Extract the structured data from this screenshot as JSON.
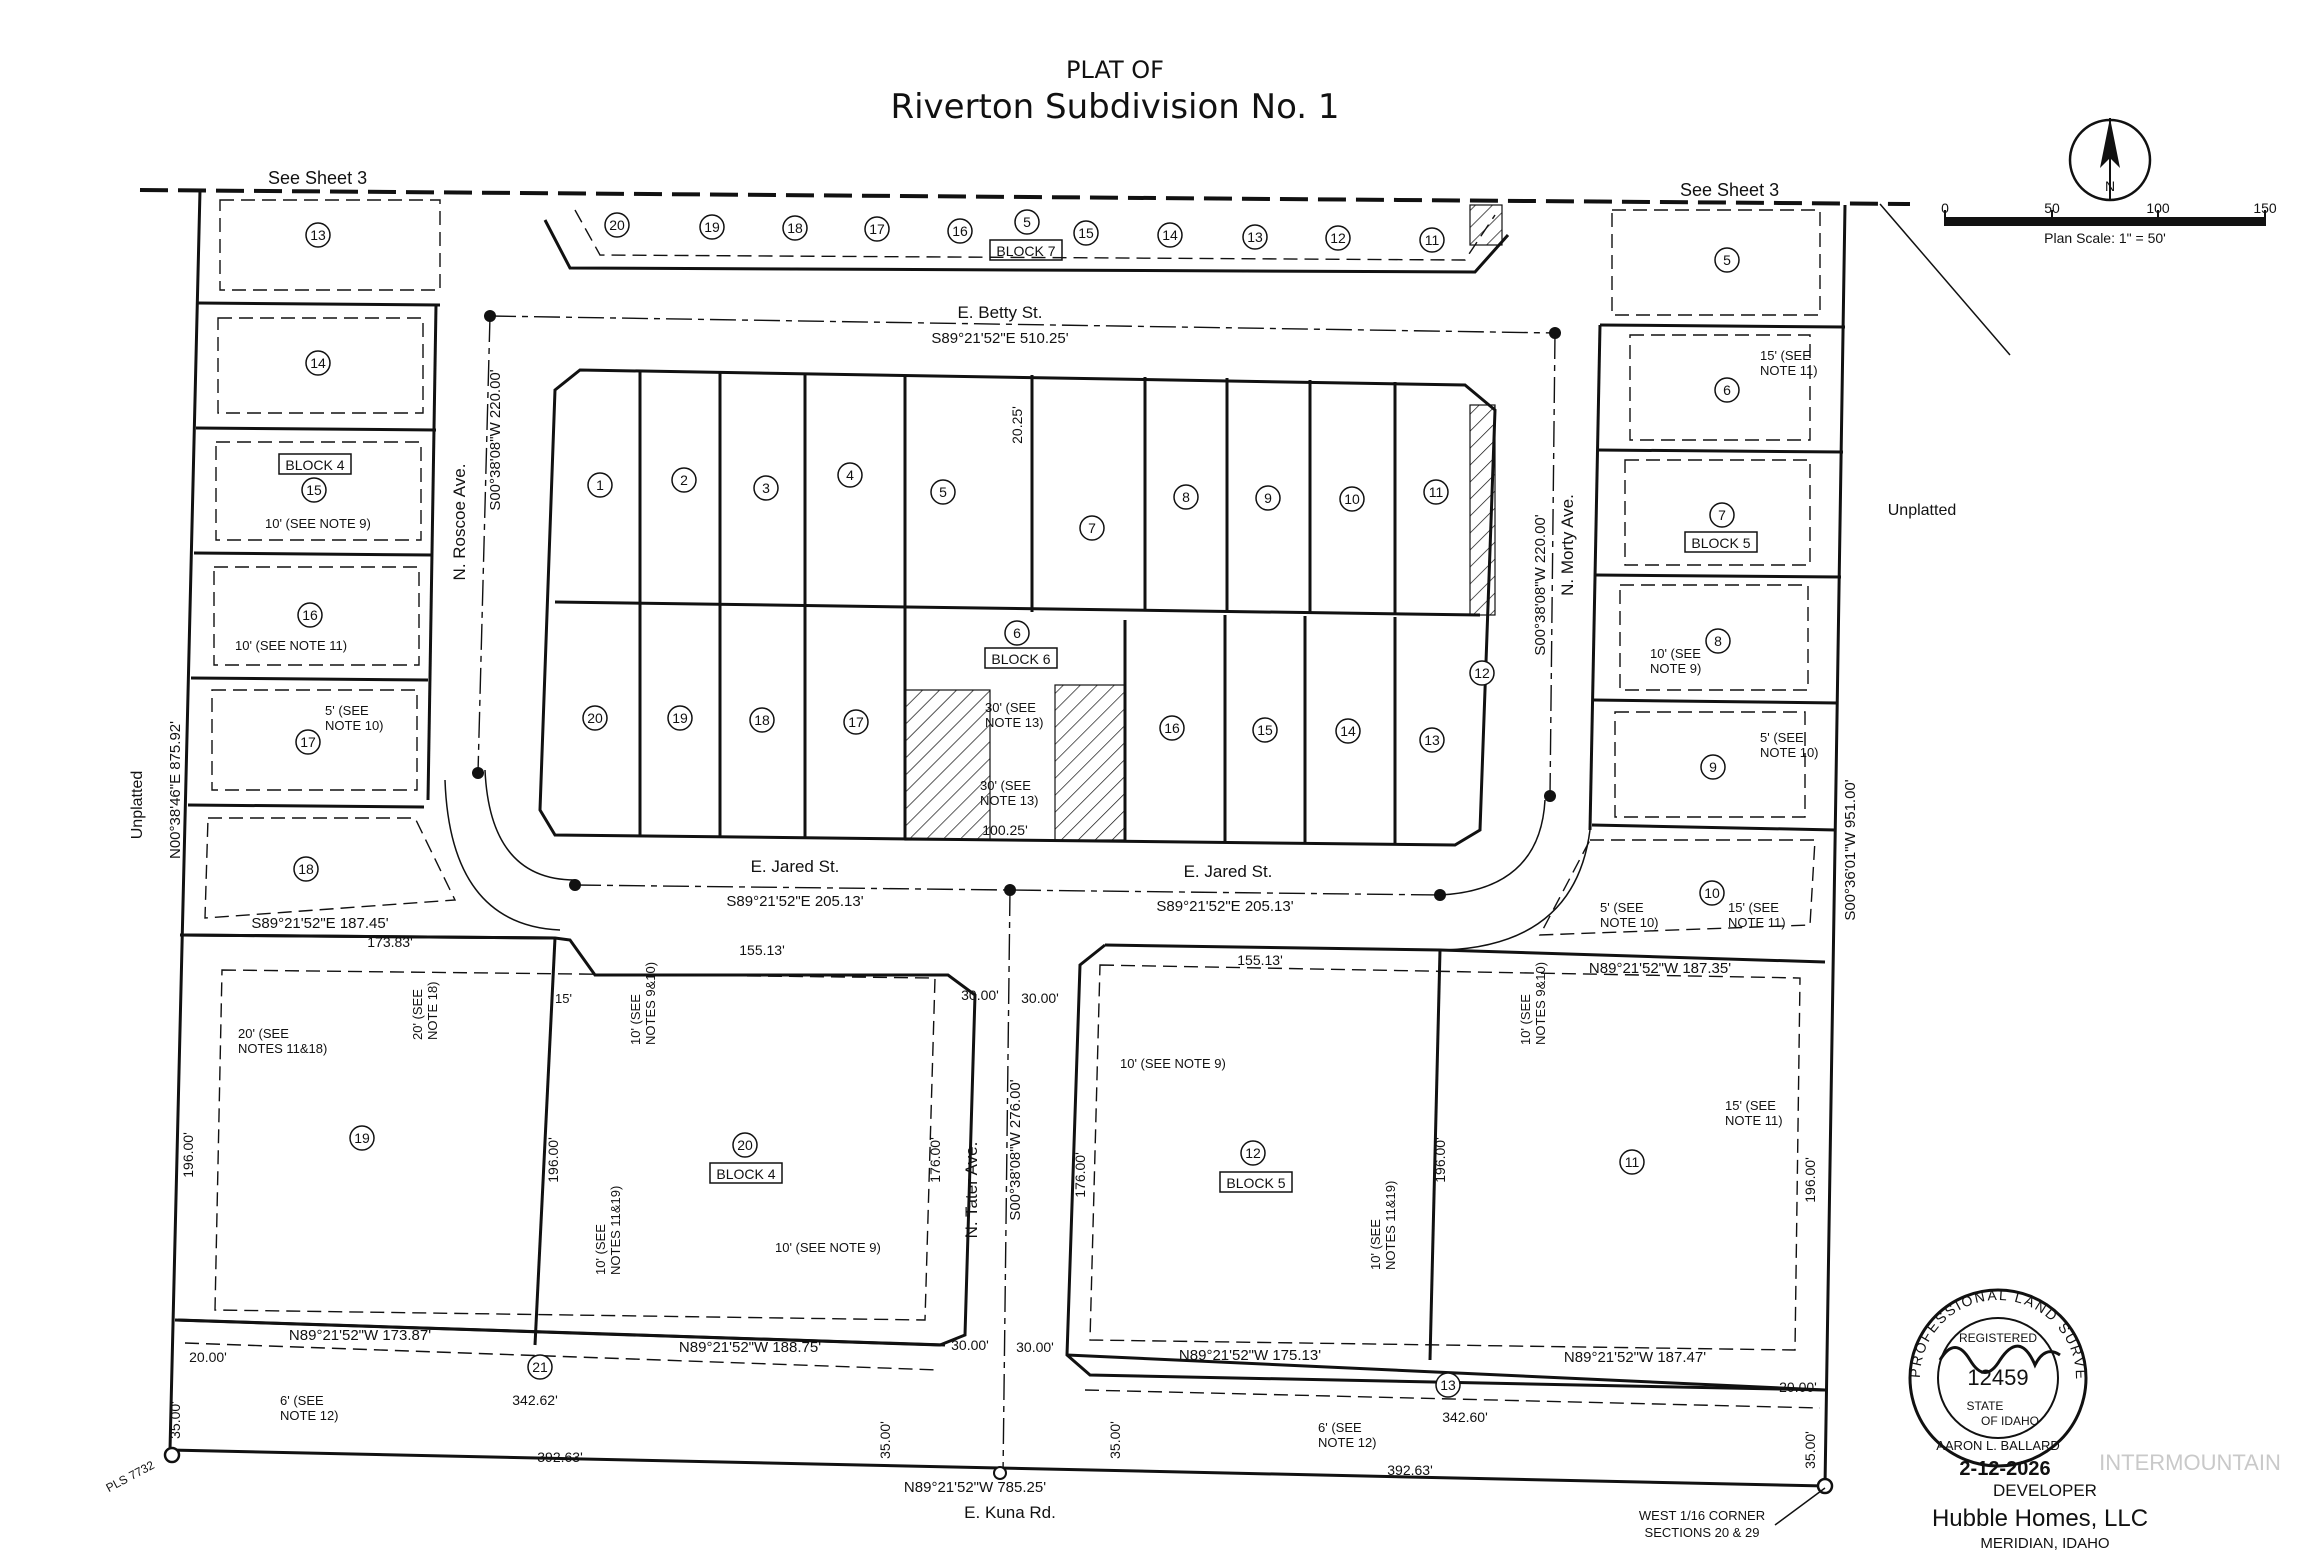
{
  "title": {
    "line1": "PLAT OF",
    "line2": "Riverton Subdivision No. 1"
  },
  "labels": {
    "see_sheet_left": "See Sheet 3",
    "see_sheet_right": "See Sheet 3",
    "unplatted_left": "Unplatted",
    "unplatted_right": "Unplatted",
    "streets": {
      "betty": "E. Betty St.",
      "jared_left": "E. Jared St.",
      "jared_right": "E. Jared St.",
      "roscoe": "N. Roscoe Ave.",
      "morty": "N. Morty Ave.",
      "tater": "N. Tater Ave.",
      "kuna": "E. Kuna Rd."
    },
    "blocks": {
      "block7": "BLOCK 7",
      "block4_top": "BLOCK 4",
      "block6": "BLOCK 6",
      "block5_top": "BLOCK 5",
      "block4_bottom": "BLOCK 4",
      "block5_bottom": "BLOCK 5"
    },
    "bearings": {
      "west_boundary": "N00°38'46\"E  875.92'",
      "east_boundary": "S00°36'01\"W  951.00'",
      "south_boundary": "N89°21'52\"W  785.25'",
      "betty_centerline": "S89°21'52\"E  510.25'",
      "jared_left": "S89°21'52\"E  205.13'",
      "jared_right": "S89°21'52\"E  205.13'",
      "roscoe": "S00°38'08\"W  220.00'",
      "morty": "S00°38'08\"W  220.00'",
      "tater": "S00°38'08\"W  276.00'",
      "lot18_south": "S89°21'52\"E  187.45'",
      "lot10_south": "N89°21'52\"W  187.35'",
      "lot21_north_a": "N89°21'52\"W  173.87'",
      "lot21_north_b": "N89°21'52\"W  188.75'",
      "lot13_north_a": "N89°21'52\"W  175.13'",
      "lot13_north_b": "N89°21'52\"W  187.47'"
    },
    "dimensions": {
      "d_392_left": "392.63'",
      "d_392_right": "392.63'",
      "d_342_left": "342.62'",
      "d_342_right": "342.60'",
      "d_155_left": "155.13'",
      "d_155_right": "155.13'",
      "d_173": "173.83'",
      "d_196_left": "196.00'",
      "d_196_mid_left": "196.00'",
      "d_196_mid_right": "196.00'",
      "d_196_right": "196.00'",
      "d_176_left": "176.00'",
      "d_176_right": "176.00'",
      "d_35_a": "35.00'",
      "d_35_b": "35.00'",
      "d_35_c": "35.00'",
      "d_35_d": "35.00'",
      "d_20_left": "20.00'",
      "d_20_right": "20.00'",
      "d_30_a": "30.00'",
      "d_30_b": "30.00'",
      "d_30_c": "30.00'",
      "d_30_d": "30.00'",
      "d_100_25": "100.25'",
      "d_20_25": "20.25'"
    },
    "notes": {
      "note_lot19_left": "20' (SEE\nNOTES 11&18)",
      "note_20_18": "20' (SEE\nNOTE 18)",
      "note_15": "15'",
      "note_910_left": "10' (SEE\nNOTES 9&10)",
      "note_1119_left": "10' (SEE\nNOTES 11&19)",
      "note_9_left": "10'  (SEE NOTE 9)",
      "note_9_right": "10'  (SEE NOTE 9)",
      "note_910_right": "10' (SEE\nNOTES 9&10)",
      "note_1119_right": "10' (SEE\nNOTES 11&19)",
      "note_11_right": "15' (SEE\nNOTE 11)",
      "note_12_left": "6' (SEE\nNOTE 12)",
      "note_12_right": "6' (SEE\nNOTE 12)",
      "note_13_a": "30' (SEE\nNOTE 13)",
      "note_13_b": "30' (SEE\nNOTE 13)",
      "note_9_b4": "10'  (SEE NOTE 9)",
      "note_11_b4": "10'  (SEE NOTE 11)",
      "note_10_b4": "5' (SEE\nNOTE 10)",
      "note_11_b5": "15' (SEE\nNOTE 11)",
      "note_9_b5": "10' (SEE\nNOTE 9)",
      "note_10_b5": "5' (SEE\nNOTE 10)",
      "note_10_b5b": "5' (SEE\nNOTE 10)",
      "note_11_b5b": "15' (SEE\nNOTE 11)"
    },
    "scale": {
      "ticks": [
        "0",
        "50",
        "100",
        "150"
      ],
      "caption": "Plan Scale: 1\" = 50'"
    },
    "corner_labels": {
      "pls": "PLS 7732",
      "corner_line1": "WEST 1/16  CORNER",
      "corner_line2": "SECTIONS 20 & 29"
    },
    "seal": {
      "arc_text": "PROFESSIONAL LAND SURVEYOR",
      "registered": "REGISTERED",
      "number": "12459",
      "state_line1": "STATE",
      "state_line2": "OF  IDAHO",
      "name": "AARON L. BALLARD",
      "date": "2-12-2026"
    },
    "developer": {
      "heading": "DEVELOPER",
      "name": "Hubble Homes, LLC",
      "location": "MERIDIAN, IDAHO"
    },
    "watermark": "INTERMOUNTAIN"
  },
  "lots": {
    "block7": [
      "20",
      "19",
      "18",
      "17",
      "16",
      "5",
      "15",
      "14",
      "13",
      "12",
      "11"
    ],
    "block6_north": [
      "1",
      "2",
      "3",
      "4",
      "5",
      "6",
      "7",
      "8",
      "9",
      "10",
      "11"
    ],
    "block6_south": [
      "20",
      "19",
      "18",
      "17",
      "16",
      "15",
      "14",
      "13",
      "12"
    ],
    "block4_left": [
      "13",
      "14",
      "15",
      "16",
      "17",
      "18",
      "19",
      "20",
      "21"
    ],
    "block5_right": [
      "5",
      "6",
      "7",
      "8",
      "9",
      "10",
      "11",
      "12",
      "13"
    ]
  }
}
